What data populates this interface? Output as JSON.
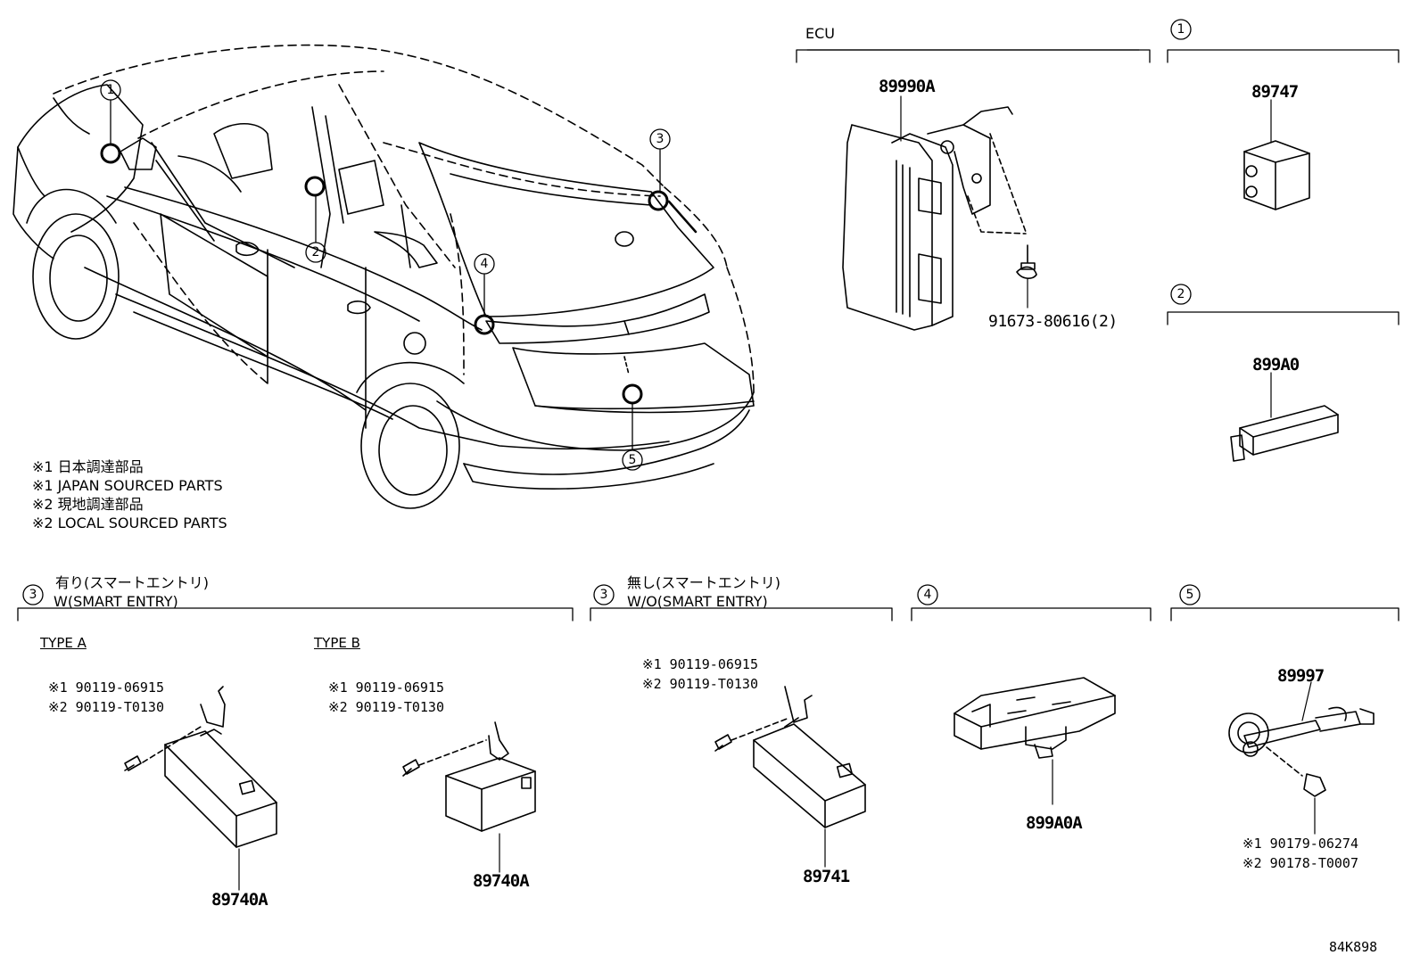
{
  "markers": [
    "1",
    "2",
    "3",
    "4",
    "5"
  ],
  "car_marker_labels": [
    "1",
    "2",
    "3",
    "4",
    "5"
  ],
  "notes": [
    "※1 日本調達部品",
    "※1 JAPAN SOURCED PARTS",
    "※2 現地調達部品",
    "※2 LOCAL SOURCED PARTS"
  ],
  "ecu": {
    "title": "ECU",
    "part": "89990A",
    "bolt": "91673-80616(2)"
  },
  "sec1": {
    "marker": "1",
    "part": "89747"
  },
  "sec2": {
    "marker": "2",
    "part": "899A0"
  },
  "sec3a": {
    "marker": "3",
    "title_jp": "有り(スマートエントリ)",
    "title_en": "W(SMART ENTRY)",
    "type_a": {
      "label": "TYPE A",
      "bolt1": "※1 90119-06915",
      "bolt2": "※2 90119-T0130",
      "part": "89740A"
    },
    "type_b": {
      "label": "TYPE B",
      "bolt1": "※1 90119-06915",
      "bolt2": "※2 90119-T0130",
      "part": "89740A"
    }
  },
  "sec3b": {
    "marker": "3",
    "title_jp": "無し(スマートエントリ)",
    "title_en": "W/O(SMART ENTRY)",
    "bolt1": "※1 90119-06915",
    "bolt2": "※2 90119-T0130",
    "part": "89741"
  },
  "sec4": {
    "marker": "4",
    "part": "899A0A"
  },
  "sec5": {
    "marker": "5",
    "part": "89997",
    "nut1": "※1 90179-06274",
    "nut2": "※2 90178-T0007"
  },
  "figure_code": "84K898"
}
